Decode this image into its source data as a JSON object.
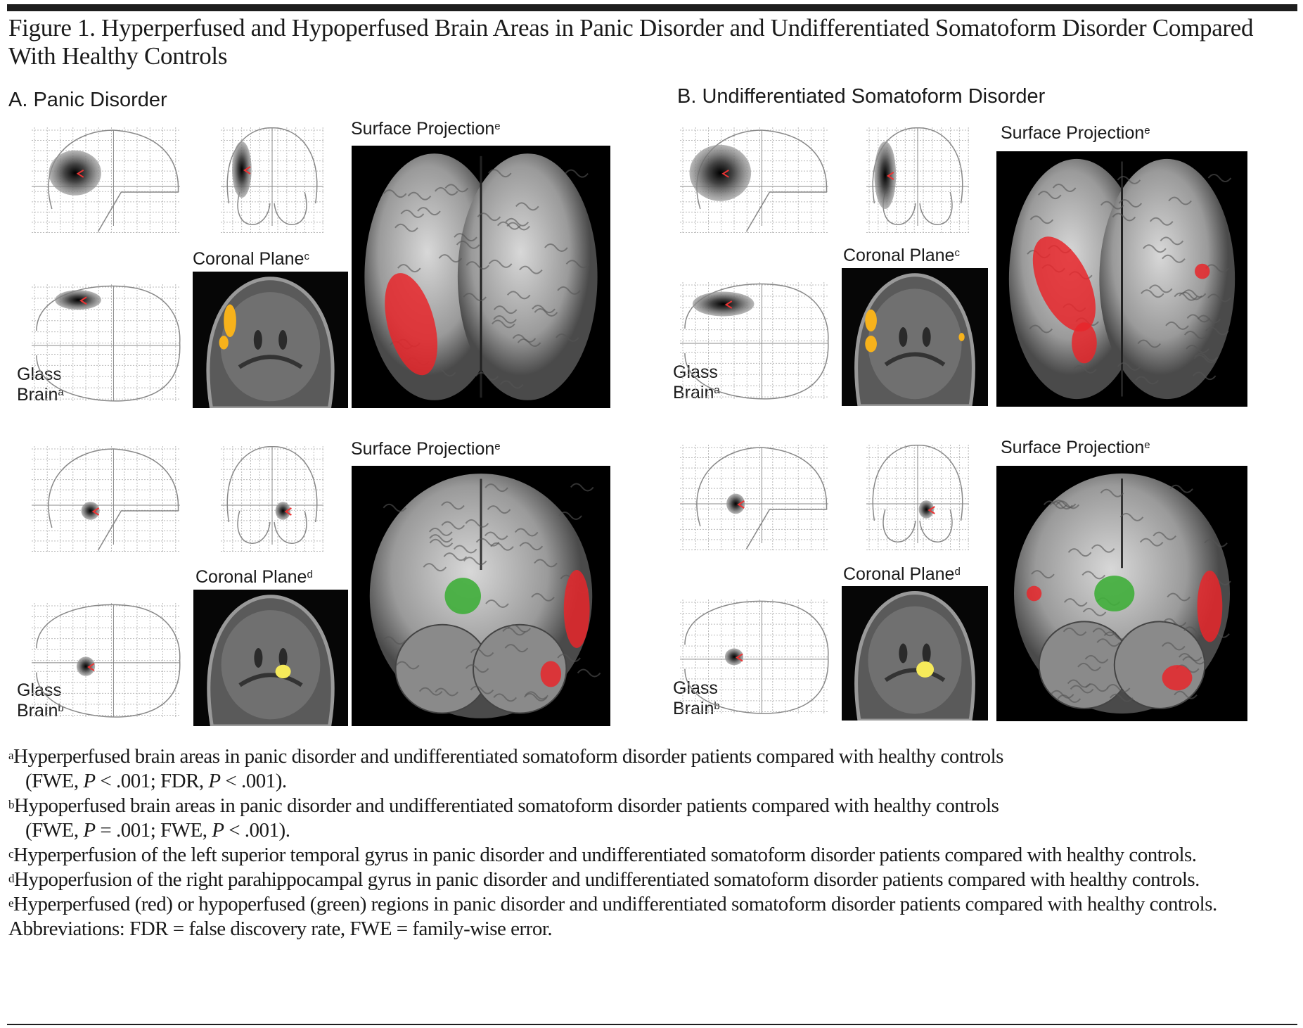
{
  "figure": {
    "title": "Figure 1. Hyperperfused and Hypoperfused Brain Areas in Panic Disorder and Undifferentiated Somatoform Disorder Compared With Healthy Controls"
  },
  "panels": {
    "A": {
      "title": "A. Panic Disorder",
      "top": {
        "surface_label": "Surface Projection",
        "surface_sup": "e",
        "coronal_label": "Coronal Plane",
        "coronal_sup": "c",
        "glass_label_1": "Glass",
        "glass_label_2": "Brain",
        "glass_sup": "a"
      },
      "bottom": {
        "surface_label": "Surface Projection",
        "surface_sup": "e",
        "coronal_label": "Coronal Plane",
        "coronal_sup": "d",
        "glass_label_1": "Glass",
        "glass_label_2": "Brain",
        "glass_sup": "b"
      }
    },
    "B": {
      "title": "B. Undifferentiated Somatoform Disorder",
      "top": {
        "surface_label": "Surface Projection",
        "surface_sup": "e",
        "coronal_label": "Coronal Plane",
        "coronal_sup": "c",
        "glass_label_1": "Glass",
        "glass_label_2": "Brain",
        "glass_sup": "a"
      },
      "bottom": {
        "surface_label": "Surface Projection",
        "surface_sup": "e",
        "coronal_label": "Coronal Plane",
        "coronal_sup": "d",
        "glass_label_1": "Glass",
        "glass_label_2": "Brain",
        "glass_sup": "b"
      }
    }
  },
  "colors": {
    "hyperperfused": "#e8262a",
    "hypoperfused": "#3fae3a",
    "coronal_hot": "#f7b21b"
  },
  "footnotes": [
    {
      "mark": "a",
      "text": "Hyperperfused brain areas in panic disorder and undifferentiated somatoform disorder patients compared with healthy controls",
      "cont1": "(FWE, ",
      "p1": "P",
      "cont2": " < .001; FDR, ",
      "p2": "P",
      "cont3": " < .001)."
    },
    {
      "mark": "b",
      "text": "Hypoperfused brain areas in panic disorder and undifferentiated somatoform disorder patients compared with healthy controls",
      "cont1": "(FWE, ",
      "p1": "P",
      "cont2": " = .001; FWE, ",
      "p2": "P",
      "cont3": " < .001)."
    },
    {
      "mark": "c",
      "text": "Hyperperfusion of the left superior temporal gyrus in panic disorder and undifferentiated somatoform disorder patients compared with healthy controls."
    },
    {
      "mark": "d",
      "text": "Hypoperfusion of the right parahippocampal gyrus in panic disorder and undifferentiated somatoform disorder patients compared with healthy controls."
    },
    {
      "mark": "e",
      "text": "Hyperperfused (red) or hypoperfused (green) regions in panic disorder and undifferentiated somatoform disorder patients compared with healthy controls."
    }
  ],
  "abbreviations": "Abbreviations: FDR = false discovery rate, FWE = family-wise error."
}
